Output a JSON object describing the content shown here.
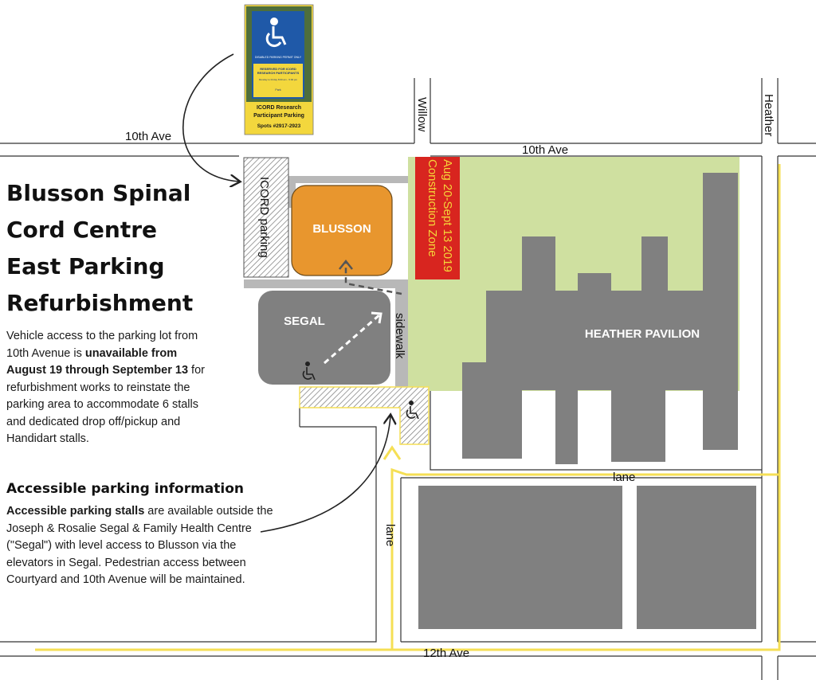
{
  "title": {
    "line1": "Blusson Spinal",
    "line2": "Cord Centre",
    "line3": "East Parking",
    "line4": "Refurbishment"
  },
  "intro": {
    "p1": "Vehicle access to the parking lot from 10th Avenue is ",
    "bold": "unavailable from August 19 through September 13",
    "p2": " for refurbishment works to reinstate the parking area to accommodate 6 stalls and dedicated drop off/pickup and Handidart stalls."
  },
  "accessible": {
    "heading": "Accessible parking information",
    "bold": "Accessible parking stalls",
    "text": " are available outside the Joseph & Rosalie Segal & Family Health Centre (\"Segal\") with level access to Blusson via the elevators in Segal. Pedestrian access between Courtyard and 10th Avenue will be maintained."
  },
  "sign": {
    "line_small1": "DISABLED PARKING PERMIT ONLY",
    "line_r1": "RESERVED FOR ICORD",
    "line_r2": "RESEARCH PARTICIPANTS",
    "line_s1": "Monday to Friday 8:00 am - 5:00 pm",
    "line_s2": "Park",
    "caption1": "ICORD Research",
    "caption2": "Participant Parking",
    "spots": "Spots #2917-2923"
  },
  "map": {
    "streets": {
      "tenth_left": "10th Ave",
      "tenth_right": "10th Ave",
      "willow": "Willow",
      "heather": "Heather",
      "twelfth": "12th Ave",
      "lane_h": "lane",
      "lane_v": "lane"
    },
    "buildings": {
      "blusson": "BLUSSON",
      "segal": "SEGAL",
      "heather_pavilion": "HEATHER PAVILION"
    },
    "labels": {
      "icord_parking": "ICORD parking",
      "sidewalk": "sidewalk",
      "construction1": "Construction Zone",
      "construction2": "Aug 20-Sept 13 2019"
    },
    "colors": {
      "blusson": "#e8962e",
      "buildings": "#808080",
      "green": "#cfe0a0",
      "construction": "#d8251f",
      "construction_text": "#f5d53a",
      "route": "#f5df55",
      "sign_bg": "#f3d73d",
      "sign_blue": "#1f59a8"
    }
  }
}
